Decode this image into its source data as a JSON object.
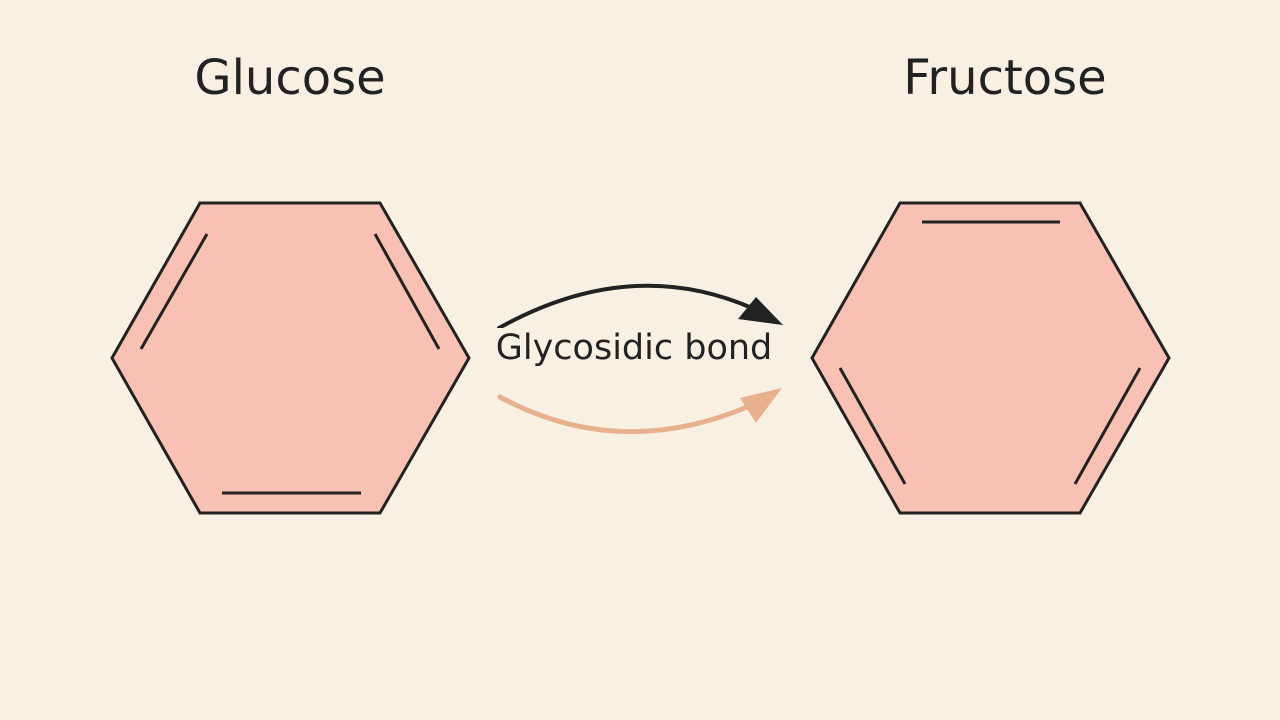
{
  "diagram": {
    "left_molecule": {
      "name": "Glucose"
    },
    "right_molecule": {
      "name": "Fructose"
    },
    "link": {
      "label": "Glycosidic bond"
    }
  },
  "colors": {
    "background": "#f8f0e3",
    "ring_fill": "#f8c1b4",
    "ring_stroke": "#222222",
    "arrow_top": "#222222",
    "arrow_bottom": "#e8b08c",
    "text": "#222222"
  }
}
